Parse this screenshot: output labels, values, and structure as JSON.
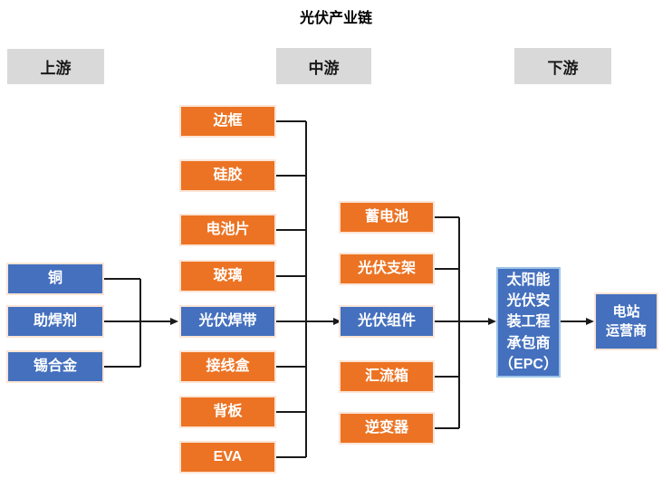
{
  "title": "光伏产业链",
  "headers": {
    "upstream": "上游",
    "midstream": "中游",
    "downstream": "下游"
  },
  "colors": {
    "orange_node": "#ec7323",
    "blue_node": "#4470be",
    "header_bg": "#d9d9d9",
    "connector_line": "#1a1a1a",
    "node_border_peach": "#fbe5d6",
    "epc_border_blue": "#9dc3e6"
  },
  "upstream_items": [
    {
      "label": "铜",
      "color": "blue"
    },
    {
      "label": "助焊剂",
      "color": "blue"
    },
    {
      "label": "锡合金",
      "color": "blue"
    }
  ],
  "midstream_inputs": [
    {
      "label": "边框",
      "color": "orange"
    },
    {
      "label": "硅胶",
      "color": "orange"
    },
    {
      "label": "电池片",
      "color": "orange"
    },
    {
      "label": "玻璃",
      "color": "orange"
    },
    {
      "label": "光伏焊带",
      "color": "blue"
    },
    {
      "label": "接线盒",
      "color": "orange"
    },
    {
      "label": "背板",
      "color": "orange"
    },
    {
      "label": "EVA",
      "color": "orange"
    }
  ],
  "midstream_outputs": [
    {
      "label": "蓄电池",
      "color": "orange"
    },
    {
      "label": "光伏支架",
      "color": "orange"
    },
    {
      "label": "光伏组件",
      "color": "blue"
    },
    {
      "label": "汇流箱",
      "color": "orange"
    },
    {
      "label": "逆变器",
      "color": "orange"
    }
  ],
  "downstream_nodes": {
    "epc": {
      "lines": [
        "太阳能",
        "光伏安",
        "装工程",
        "承包商",
        "（EPC）"
      ],
      "color": "blue"
    },
    "operator": {
      "lines": [
        "电站",
        "运营商"
      ],
      "color": "blue"
    }
  }
}
